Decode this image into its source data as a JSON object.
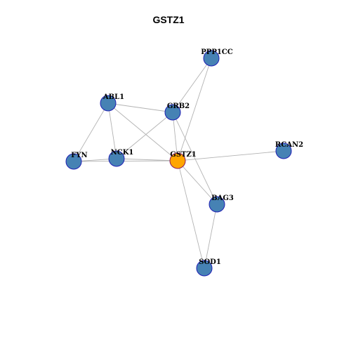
{
  "title": "GSTZ1",
  "colors": {
    "node_fill": "#4682B4",
    "node_stroke": "#1f1fb4",
    "center_fill": "#FFA500",
    "center_stroke": "#8b1a5a",
    "edge": "#b3b3b3"
  },
  "network": {
    "center": "GSTZ1",
    "nodes": [
      "PPP1CC",
      "ABL1",
      "GRB2",
      "FYN",
      "NCK1",
      "GSTZ1",
      "RCAN2",
      "BAG3",
      "SOD1"
    ],
    "edges": [
      [
        "PPP1CC",
        "GRB2"
      ],
      [
        "PPP1CC",
        "GSTZ1"
      ],
      [
        "ABL1",
        "GRB2"
      ],
      [
        "ABL1",
        "FYN"
      ],
      [
        "ABL1",
        "NCK1"
      ],
      [
        "ABL1",
        "GSTZ1"
      ],
      [
        "GRB2",
        "NCK1"
      ],
      [
        "GRB2",
        "GSTZ1"
      ],
      [
        "GRB2",
        "BAG3"
      ],
      [
        "FYN",
        "NCK1"
      ],
      [
        "FYN",
        "GSTZ1"
      ],
      [
        "NCK1",
        "GSTZ1"
      ],
      [
        "GSTZ1",
        "RCAN2"
      ],
      [
        "GSTZ1",
        "BAG3"
      ],
      [
        "GSTZ1",
        "SOD1"
      ],
      [
        "BAG3",
        "SOD1"
      ]
    ]
  }
}
